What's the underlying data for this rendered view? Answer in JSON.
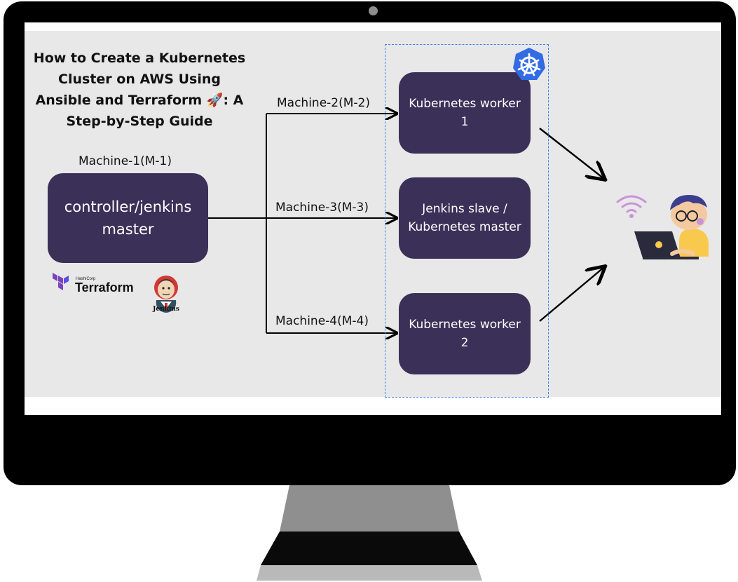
{
  "title": "How to Create a Kubernetes Cluster on AWS Using Ansible and Terraform 🚀: A Step-by-Step Guide",
  "controller": {
    "machine_label": "Machine-1(M-1)",
    "text": "controller/jenkins\nmaster"
  },
  "links": {
    "m2_label": "Machine-2(M-2)",
    "m3_label": "Machine-3(M-3)",
    "m4_label": "Machine-4(M-4)"
  },
  "nodes": {
    "worker1": "Kubernetes worker\n1",
    "master": "Jenkins slave  /\nKubernetes master",
    "worker2": "Kubernetes worker\n2"
  },
  "logos": {
    "terraform_brand": "HashiCorp",
    "terraform_name": "Terraform",
    "jenkins_name": "Jenkins"
  },
  "icons": [
    "kubernetes-icon",
    "terraform-icon",
    "jenkins-icon",
    "wifi-icon",
    "user-with-laptop-icon"
  ],
  "colors": {
    "node_fill": "#3b3058",
    "node_text": "#ffffff",
    "canvas": "#e8e8e8",
    "cluster_border": "#3b82f6",
    "kubernetes": "#326ce5",
    "terraform": "#7b42bc"
  }
}
